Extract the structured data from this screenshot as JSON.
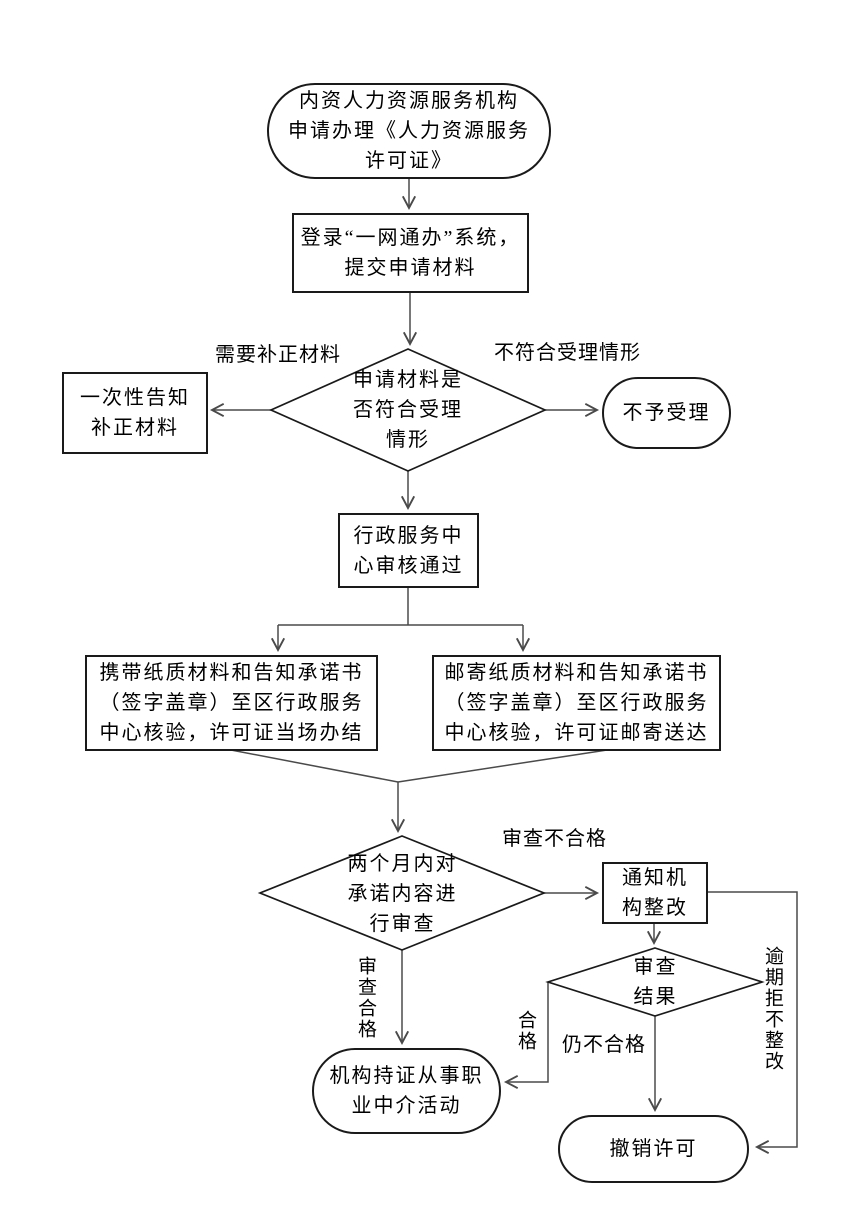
{
  "canvas": {
    "background": "#ffffff",
    "connector_color": "#4a4a4a",
    "shape_border_color": "#1a1a1a",
    "text_color": "#000000"
  },
  "nodes": {
    "start": {
      "shape": "terminator",
      "text": "内资人力资源服务机构\n申请办理《人力资源服务\n许可证》"
    },
    "login": {
      "shape": "process",
      "text": "登录“一网通办”系统，\n提交申请材料"
    },
    "accept_check": {
      "shape": "decision",
      "text": "申请材料是\n否符合受理\n情形"
    },
    "supplement_notice": {
      "shape": "process",
      "text": "一次性告知\n补正材料"
    },
    "reject": {
      "shape": "terminator",
      "text": "不予受理"
    },
    "center_review": {
      "shape": "process",
      "text": "行政服务中\n心审核通过"
    },
    "carry_materials": {
      "shape": "process",
      "text": "携带纸质材料和告知承诺书\n（签字盖章）至区行政服务\n中心核验，许可证当场办结"
    },
    "mail_materials": {
      "shape": "process",
      "text": "邮寄纸质材料和告知承诺书\n（签字盖章）至区行政服务\n中心核验，许可证邮寄送达"
    },
    "promise_review": {
      "shape": "decision",
      "text": "两个月内对\n承诺内容进\n行审查"
    },
    "notify_rectify": {
      "shape": "process",
      "text": "通知机\n构整改"
    },
    "review_result": {
      "shape": "decision",
      "text": "审查\n结果"
    },
    "licensed_operate": {
      "shape": "terminator",
      "text": "机构持证从事职\n业中介活动"
    },
    "revoke_license": {
      "shape": "terminator",
      "text": "撤销许可"
    }
  },
  "edge_labels": {
    "need_supplement": "需要补正材料",
    "not_acceptable": "不符合受理情形",
    "review_fail": "审查不合格",
    "review_pass": "审查合格",
    "pass": "合格",
    "still_fail": "仍不合格",
    "overdue_refuse": "逾期拒不整改"
  }
}
